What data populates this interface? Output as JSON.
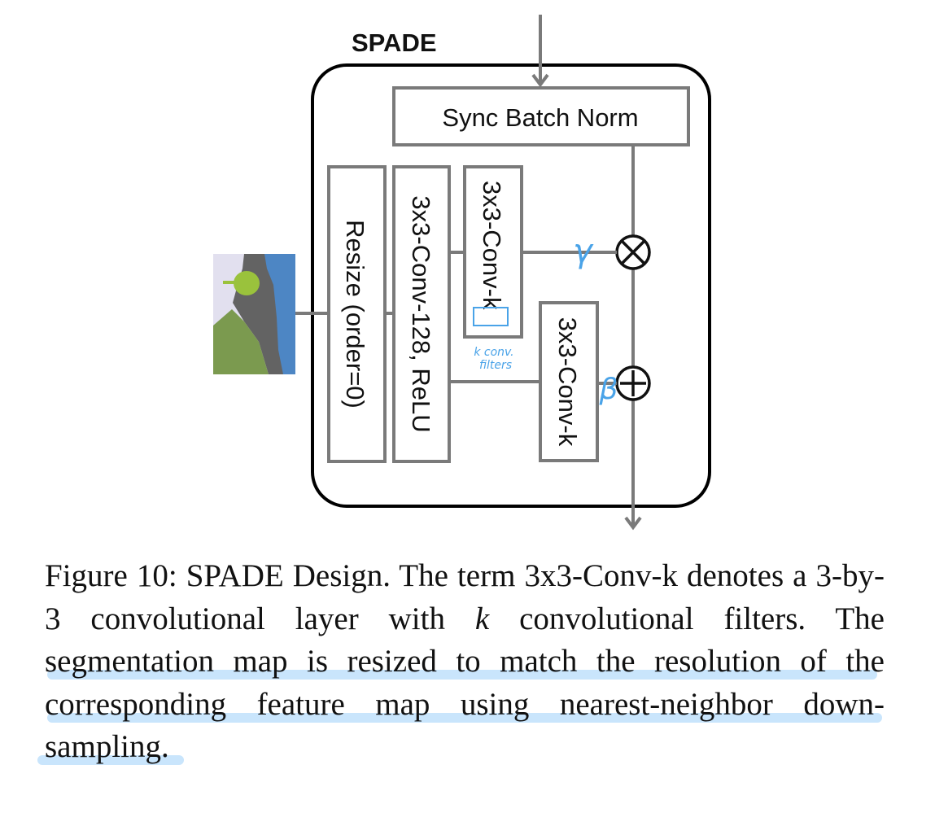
{
  "diagram": {
    "title": "SPADE",
    "sync_batch_norm": "Sync Batch Norm",
    "resize": "Resize (order=0)",
    "conv128": "3x3-Conv-128, ReLU",
    "conv_k_gamma": "3x3-Conv-",
    "conv_k_gamma_k": "k",
    "conv_k_beta": "3x3-Conv-k",
    "multiply_symbol": "⊗",
    "add_symbol": "⊕",
    "handwritten_gamma": "γ",
    "handwritten_beta": "β",
    "handwritten_note_line1": "k conv.",
    "handwritten_note_line2": "filters",
    "colors": {
      "box_stroke": "#7a7a7a",
      "annotation_blue": "#4aa3e8",
      "seg_lavender": "#e2e0ef",
      "seg_gray": "#636363",
      "seg_green": "#7b9a4f",
      "seg_blue": "#4d86c4",
      "seg_tree": "#9ac23c"
    }
  },
  "caption": {
    "text": "Figure 10: SPADE Design. The term 3x3-Conv-k denotes a 3-by-3 convolutional layer with k convolutional filters. The segmentation map is resized to match the resolution of the corresponding feature map using nearest-neighbor down-sampling.",
    "part1": "Figure 10: SPADE Design. The term 3x3-Conv-k denotes a 3-by-3 convolutional layer with ",
    "k": "k",
    "part2": " convolutional filters. The segmentation map is resized to match the resolution of the corresponding feature map using nearest-neighbor down-sampling.",
    "highlight_color": "#bfe0fb"
  }
}
